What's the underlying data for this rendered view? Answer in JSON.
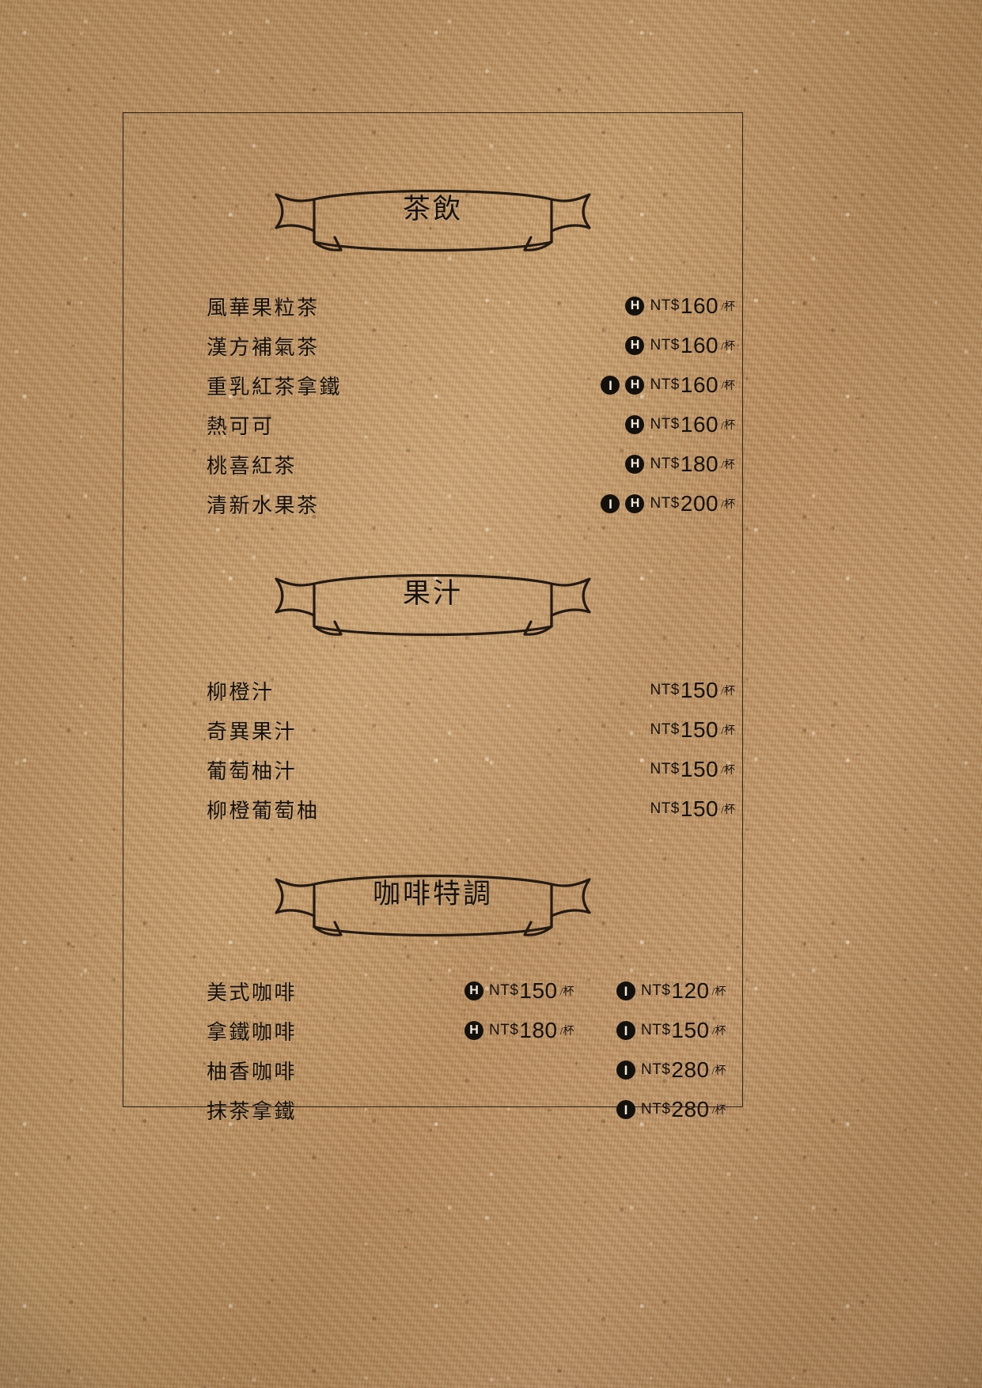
{
  "currency": "NT$",
  "unit_suffix": "/杯",
  "badges": {
    "hot": "H",
    "iced": "I"
  },
  "colors": {
    "ink": "#15100c",
    "paper": "#b98f5e",
    "badge_bg": "#14100c"
  },
  "sections": [
    {
      "title": "茶飲",
      "items": [
        {
          "name": "風華果粒茶",
          "prices": [
            {
              "badge": "H",
              "currency": "NT$",
              "amount": "160",
              "unit": "/杯"
            }
          ]
        },
        {
          "name": "漢方補氣茶",
          "prices": [
            {
              "badge": "H",
              "currency": "NT$",
              "amount": "160",
              "unit": "/杯"
            }
          ]
        },
        {
          "name": "重乳紅茶拿鐵",
          "prices": [
            {
              "badge": "I",
              "badge2": "H",
              "currency": "NT$",
              "amount": "160",
              "unit": "/杯"
            }
          ]
        },
        {
          "name": "熱可可",
          "prices": [
            {
              "badge": "H",
              "currency": "NT$",
              "amount": "160",
              "unit": "/杯"
            }
          ]
        },
        {
          "name": "桃喜紅茶",
          "prices": [
            {
              "badge": "H",
              "currency": "NT$",
              "amount": "180",
              "unit": "/杯"
            }
          ]
        },
        {
          "name": "清新水果茶",
          "prices": [
            {
              "badge": "I",
              "badge2": "H",
              "currency": "NT$",
              "amount": "200",
              "unit": "/杯"
            }
          ]
        }
      ]
    },
    {
      "title": "果汁",
      "items": [
        {
          "name": "柳橙汁",
          "prices": [
            {
              "badge": "",
              "currency": "NT$",
              "amount": "150",
              "unit": "/杯"
            }
          ]
        },
        {
          "name": "奇異果汁",
          "prices": [
            {
              "badge": "",
              "currency": "NT$",
              "amount": "150",
              "unit": "/杯"
            }
          ]
        },
        {
          "name": "葡萄柚汁",
          "prices": [
            {
              "badge": "",
              "currency": "NT$",
              "amount": "150",
              "unit": "/杯"
            }
          ]
        },
        {
          "name": "柳橙葡萄柚",
          "prices": [
            {
              "badge": "",
              "currency": "NT$",
              "amount": "150",
              "unit": "/杯"
            }
          ]
        }
      ]
    },
    {
      "title": "咖啡特調",
      "items": [
        {
          "name": "美式咖啡",
          "prices": [
            {
              "badge": "H",
              "currency": "NT$",
              "amount": "150",
              "unit": "/杯"
            },
            {
              "badge": "I",
              "currency": "NT$",
              "amount": "120",
              "unit": "/杯"
            }
          ]
        },
        {
          "name": "拿鐵咖啡",
          "prices": [
            {
              "badge": "H",
              "currency": "NT$",
              "amount": "180",
              "unit": "/杯"
            },
            {
              "badge": "I",
              "currency": "NT$",
              "amount": "150",
              "unit": "/杯"
            }
          ]
        },
        {
          "name": "柚香咖啡",
          "prices": [
            {
              "badge": "I",
              "currency": "NT$",
              "amount": "280",
              "unit": "/杯"
            }
          ]
        },
        {
          "name": "抹茶拿鐵",
          "prices": [
            {
              "badge": "I",
              "currency": "NT$",
              "amount": "280",
              "unit": "/杯"
            }
          ]
        }
      ]
    }
  ]
}
